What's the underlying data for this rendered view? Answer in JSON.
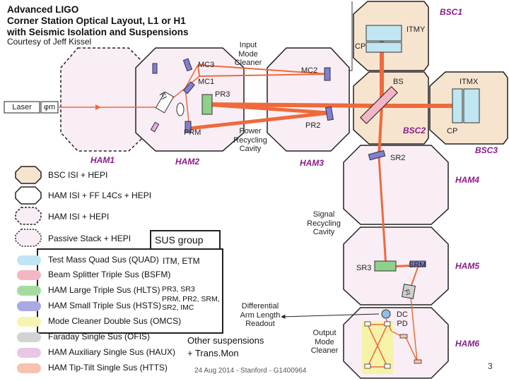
{
  "header": {
    "title_lines": [
      "Advanced LIGO",
      "Corner Station Optical Layout, L1 or H1",
      "with Seismic Isolation and Suspensions"
    ],
    "courtesy": "Courtesy of Jeff Kissel"
  },
  "chambers": {
    "ham1": "HAM1",
    "ham2": "HAM2",
    "ham3": "HAM3",
    "ham4": "HAM4",
    "ham5": "HAM5",
    "ham6": "HAM6",
    "bsc1": "BSC1",
    "bsc2": "BSC2",
    "bsc3": "BSC3"
  },
  "optics": {
    "laser": "Laser",
    "phi_m": "φm",
    "fi": "FI",
    "mc1": "MC1",
    "mc2": "MC2",
    "mc3": "MC3",
    "pr2": "PR2",
    "pr3": "PR3",
    "prm": "PRM",
    "bs": "BS",
    "itmx": "ITMX",
    "itmy": "ITMY",
    "cp_y": "CP",
    "cp_x": "CP",
    "sr2": "SR2",
    "sr3": "SR3",
    "srm": "SRM",
    "fi2": "FI",
    "dcpd": "DC PD"
  },
  "cavities": {
    "imc": "Input Mode Cleaner",
    "prc": "Power Recycling Cavity",
    "src": "Signal Recycling Cavity",
    "darm": "Differential Arm Length Readout",
    "omc": "Output Mode Cleaner"
  },
  "legend": {
    "isolation": [
      {
        "label": "BSC ISI + HEPI",
        "fill": "#f7e4cf"
      },
      {
        "label": "HAM ISI + FF L4Cs + HEPI",
        "fill": "#ffffff"
      },
      {
        "label": "HAM ISI + HEPI",
        "fill": "#f9eef5"
      },
      {
        "label": "Passive Stack + HEPI",
        "fill": "#f9eef5"
      }
    ],
    "sus_group": "SUS group",
    "suspensions": [
      {
        "label": "Test Mass Quad Sus (QUAD)",
        "color": "#bfe6f2",
        "note": "ITM, ETM"
      },
      {
        "label": "Beam Splitter Triple Sus (BSFM)",
        "color": "#f4b6c4",
        "note": ""
      },
      {
        "label": "HAM Large Triple Sus (HLTS)",
        "color": "#a6dba0",
        "note": "PR3, SR3"
      },
      {
        "label": "HAM Small Triple Sus (HSTS)",
        "color": "#a9a9e6",
        "note": "PRM, PR2, SRM, SR2, IMC"
      },
      {
        "label": "Mode Cleaner Double Sus (OMCS)",
        "color": "#f6f4b0",
        "note": ""
      },
      {
        "label": "Faraday Single Sus (OFIS)",
        "color": "#d3d3d3",
        "note": ""
      },
      {
        "label": "HAM Auxiliary Single Sus (HAUX)",
        "color": "#e9c6e6",
        "note": ""
      },
      {
        "label": "HAM Tip-Tilt Single Sus (HTTS)",
        "color": "#f7c2ae",
        "note": ""
      }
    ],
    "other_note_lines": [
      "Other suspensions",
      "+ Trans.Mon"
    ]
  },
  "footer": "24 Aug 2014 - Stanford - G1400964",
  "page_number": "3",
  "colors": {
    "beam": "#ee6a3c",
    "ham_fill": "#f9eef5",
    "bsc_fill": "#f7e4cf",
    "optic": "#7f7fd6",
    "chamber_label": "#8a1c8a"
  }
}
